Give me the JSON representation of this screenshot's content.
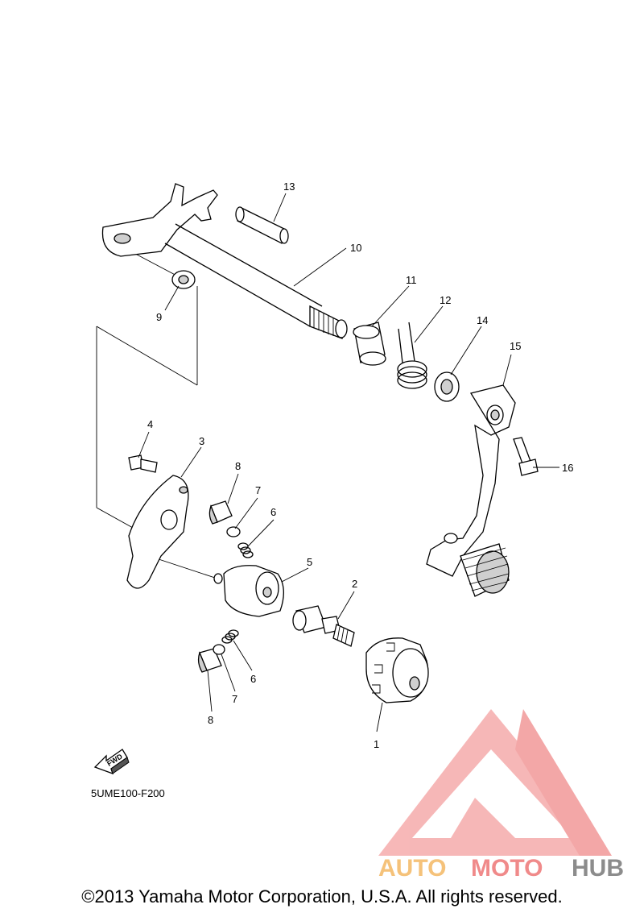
{
  "diagram": {
    "code": "5UME100-F200",
    "fwd_label": "FWD",
    "callouts": [
      {
        "id": "p1",
        "label": "1"
      },
      {
        "id": "p2",
        "label": "2"
      },
      {
        "id": "p3",
        "label": "3"
      },
      {
        "id": "p4",
        "label": "4"
      },
      {
        "id": "p5",
        "label": "5"
      },
      {
        "id": "p6a",
        "label": "6"
      },
      {
        "id": "p6b",
        "label": "6"
      },
      {
        "id": "p7a",
        "label": "7"
      },
      {
        "id": "p7b",
        "label": "7"
      },
      {
        "id": "p8a",
        "label": "8"
      },
      {
        "id": "p8b",
        "label": "8"
      },
      {
        "id": "p9",
        "label": "9"
      },
      {
        "id": "p10",
        "label": "10"
      },
      {
        "id": "p11",
        "label": "11"
      },
      {
        "id": "p12",
        "label": "12"
      },
      {
        "id": "p13",
        "label": "13"
      },
      {
        "id": "p14",
        "label": "14"
      },
      {
        "id": "p15",
        "label": "15"
      },
      {
        "id": "p16",
        "label": "16"
      }
    ]
  },
  "watermark": {
    "part1": "AUTO",
    "part2": "MOTO",
    "part3": "HUB",
    "color_red": "#f08a8a",
    "color_orange": "#f5c27a",
    "color_gray": "#8c8c8c"
  },
  "copyright": "©2013 Yamaha Motor Corporation, U.S.A. All rights reserved."
}
